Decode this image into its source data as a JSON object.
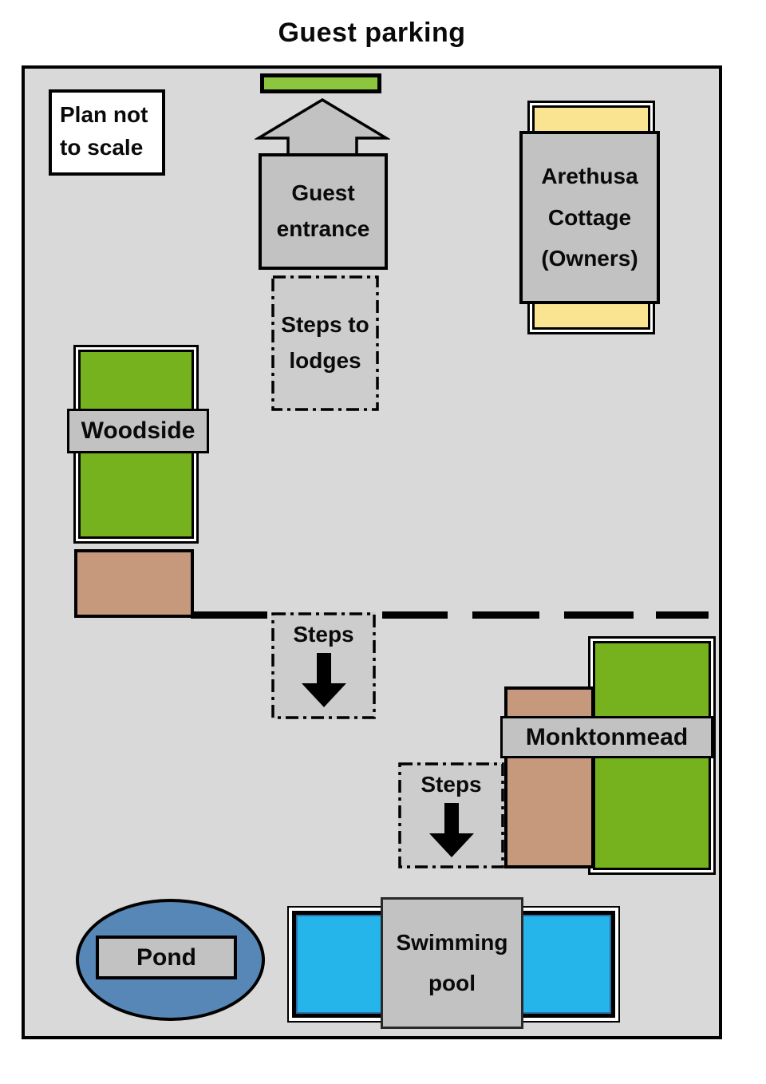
{
  "title": "Guest parking",
  "note": {
    "line1": "Plan not",
    "line2": "to scale"
  },
  "guest_entrance": {
    "line1": "Guest",
    "line2": "entrance"
  },
  "steps_to_lodges": {
    "line1": "Steps to",
    "line2": "lodges"
  },
  "arethusa_cottage": {
    "line1": "Arethusa",
    "line2": "Cottage",
    "line3": "(Owners)"
  },
  "woodside": {
    "label": "Woodside"
  },
  "steps_middle": {
    "label": "Steps"
  },
  "monktonmead": {
    "label": "Monktonmead"
  },
  "steps_lower": {
    "label": "Steps"
  },
  "pond": {
    "label": "Pond"
  },
  "swimming_pool": {
    "line1": "Swimming",
    "line2": "pool"
  },
  "colors": {
    "plan_bg": "#D9D9D9",
    "label_fill": "#C2C2C2",
    "steps_fill": "#CDCDCD",
    "grass_green": "#76B21E",
    "parking_green": "#8CC63F",
    "cottage_yellow": "#FBE491",
    "drive_brown": "#C6997D",
    "pond_blue": "#5787B6",
    "pool_cyan": "#25B5EA",
    "pool_edge": "#2E6DA4"
  }
}
